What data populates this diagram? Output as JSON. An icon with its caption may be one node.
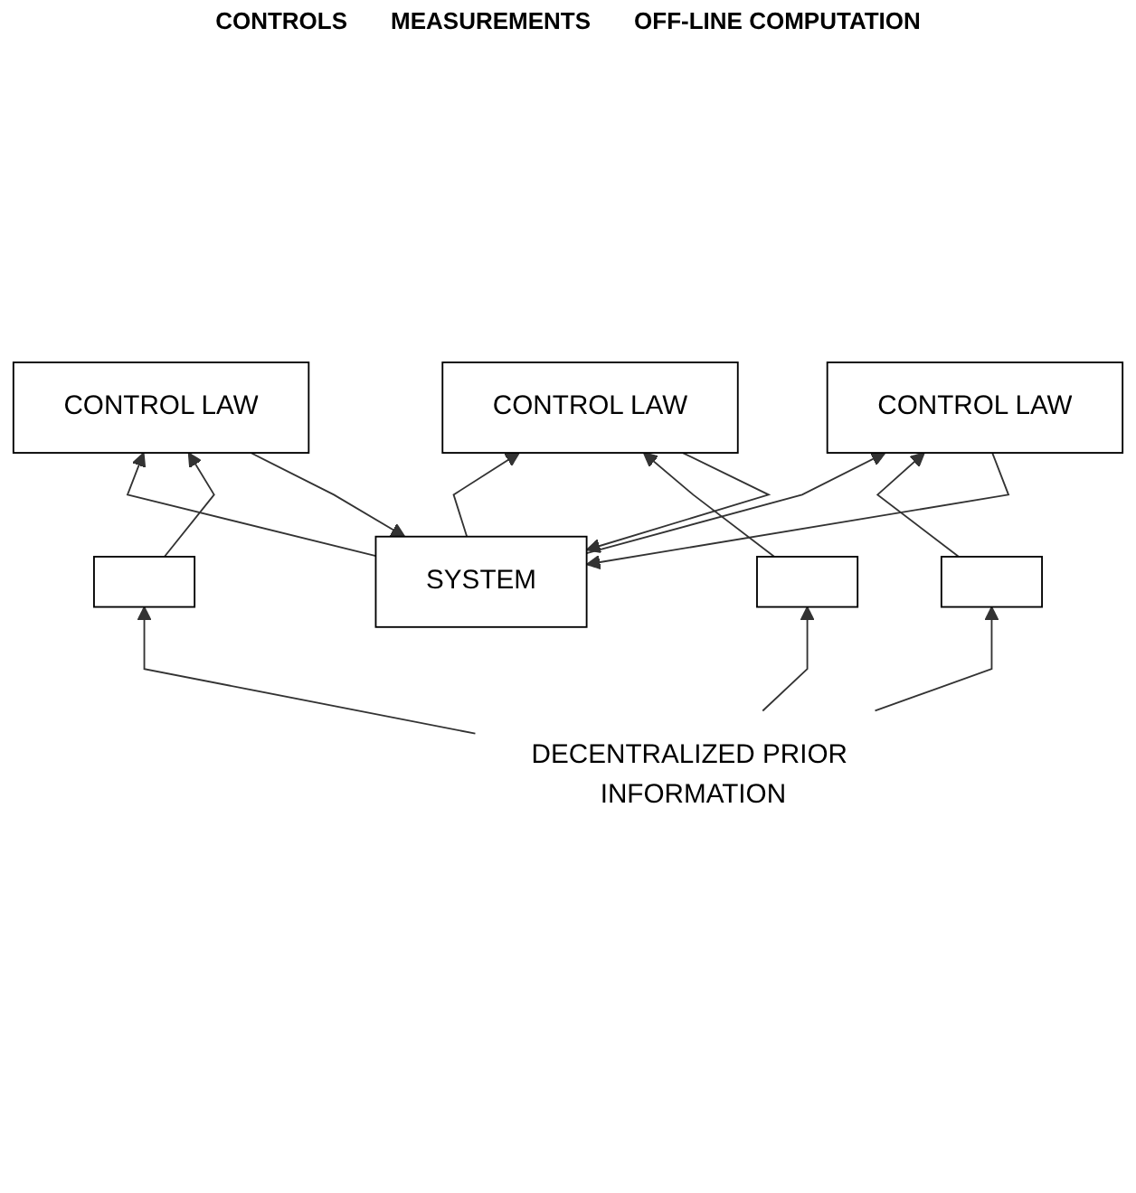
{
  "diagram": {
    "nodes": [
      {
        "text": [
          "SYSTEM"
        ]
      },
      {
        "text": [
          "CONTROL LAW"
        ]
      },
      {
        "text": [
          "CONTROL LAW"
        ]
      },
      {
        "text": [
          "CONTROL LAW"
        ]
      },
      {
        "text": [],
        "shape": "box"
      },
      {
        "text": [],
        "shape": "box"
      },
      {
        "text": [],
        "shape": "box"
      },
      {
        "text": [
          "DECENTRALIZED PRIOR INFORMATION"
        ]
      }
    ],
    "edges": [
      {
        "from": 3,
        "to": 0,
        "arrow": "to"
      },
      {
        "from": 2,
        "to": 0,
        "arrow": "to"
      },
      {
        "from": 1,
        "to": 0,
        "arrow": "to"
      },
      {
        "from": 0,
        "to": 3,
        "arrow": "to"
      },
      {
        "from": 0,
        "to": 2,
        "arrow": "to"
      },
      {
        "from": 0,
        "to": 1,
        "arrow": "to"
      },
      {
        "from": 4,
        "to": 1,
        "arrow": "to"
      },
      {
        "from": 5,
        "to": 2,
        "arrow": "to"
      },
      {
        "from": 6,
        "to": 3,
        "arrow": "to"
      },
      {
        "from": 7,
        "to": 4,
        "arrow": "to"
      },
      {
        "from": 7,
        "to": 5,
        "arrow": "to"
      },
      {
        "from": 7,
        "to": 6,
        "arrow": "to"
      }
    ],
    "labels": [
      "CONTROLS",
      "MEASUREMENTS",
      "OFF-LINE COMPUTATION"
    ]
  }
}
